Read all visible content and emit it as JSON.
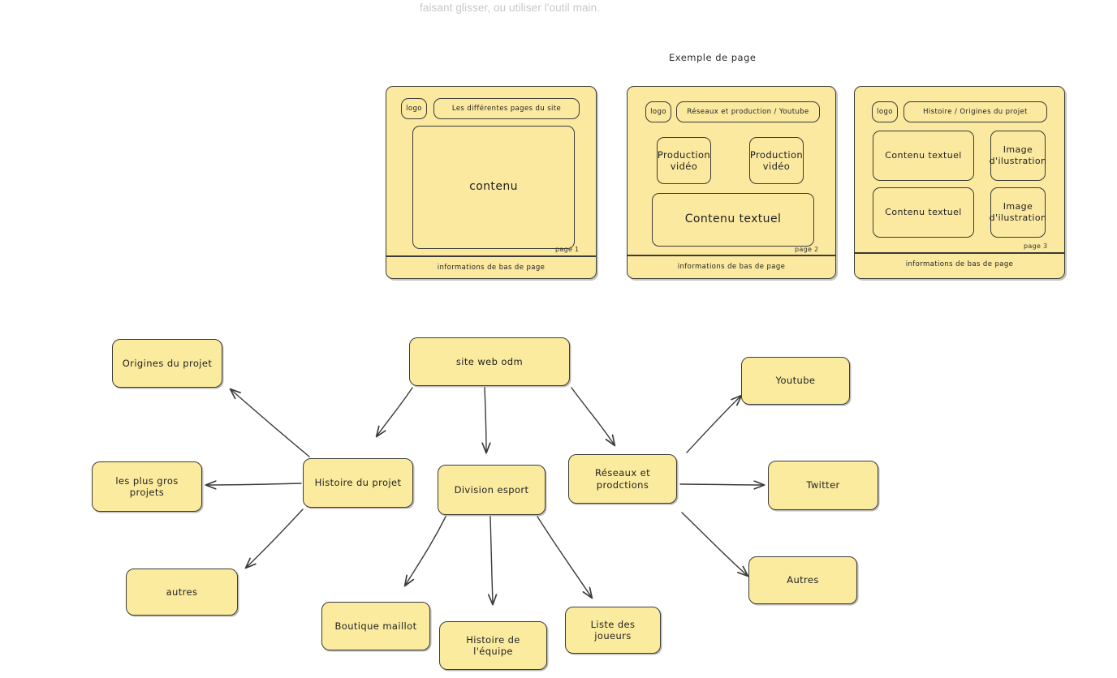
{
  "hint_text": "faisant glisser, ou utiliser l'outil main.",
  "section_caption": "Exemple de page",
  "palette": {
    "node_fill": "#fbeb9f",
    "stroke": "#3b3b38",
    "canvas": "#ffffff",
    "hint_gray": "#c8c8c8"
  },
  "page_mockups": [
    {
      "id": "page-1",
      "logo_label": "logo",
      "header_label": "Les différentes pages du site",
      "blocks": [
        {
          "label": "contenu"
        }
      ],
      "page_number_label": "page 1",
      "footer_label": "informations de bas de page"
    },
    {
      "id": "page-2",
      "logo_label": "logo",
      "header_label": "Réseaux et production / Youtube",
      "blocks": [
        {
          "label": "Production vidéo"
        },
        {
          "label": "Production vidéo"
        },
        {
          "label": "Contenu textuel"
        }
      ],
      "page_number_label": "page 2",
      "footer_label": "informations de bas de page"
    },
    {
      "id": "page-3",
      "logo_label": "logo",
      "header_label": "Histoire / Origines du projet",
      "blocks": [
        {
          "label": "Contenu textuel"
        },
        {
          "label": "Image d'ilustration"
        },
        {
          "label": "Contenu textuel"
        },
        {
          "label": "Image d'ilustration"
        }
      ],
      "page_number_label": "page 3",
      "footer_label": "informations de bas de page"
    }
  ],
  "mindmap": {
    "nodes": [
      {
        "id": "site-web-odm",
        "label": "site web odm"
      },
      {
        "id": "origines-du-projet",
        "label": "Origines du projet"
      },
      {
        "id": "les-plus-gros-projets",
        "label": "les plus gros projets"
      },
      {
        "id": "autres-gauche",
        "label": "autres"
      },
      {
        "id": "histoire-du-projet",
        "label": "Histoire du projet"
      },
      {
        "id": "division-esport",
        "label": "Division esport"
      },
      {
        "id": "reseaux-et-prodctions",
        "label": "Réseaux et prodctions"
      },
      {
        "id": "youtube",
        "label": "Youtube"
      },
      {
        "id": "twitter",
        "label": "Twitter"
      },
      {
        "id": "autres-droite",
        "label": "Autres"
      },
      {
        "id": "boutique-maillot",
        "label": "Boutique maillot"
      },
      {
        "id": "histoire-de-l-equipe",
        "label": "Histoire de l'équipe"
      },
      {
        "id": "liste-des-joueurs",
        "label": "Liste des joueurs"
      }
    ],
    "edges": [
      {
        "from": "site-web-odm",
        "to": "histoire-du-projet"
      },
      {
        "from": "site-web-odm",
        "to": "division-esport"
      },
      {
        "from": "site-web-odm",
        "to": "reseaux-et-prodctions"
      },
      {
        "from": "histoire-du-projet",
        "to": "origines-du-projet"
      },
      {
        "from": "histoire-du-projet",
        "to": "les-plus-gros-projets"
      },
      {
        "from": "histoire-du-projet",
        "to": "autres-gauche"
      },
      {
        "from": "division-esport",
        "to": "boutique-maillot"
      },
      {
        "from": "division-esport",
        "to": "histoire-de-l-equipe"
      },
      {
        "from": "division-esport",
        "to": "liste-des-joueurs"
      },
      {
        "from": "reseaux-et-prodctions",
        "to": "youtube"
      },
      {
        "from": "reseaux-et-prodctions",
        "to": "twitter"
      },
      {
        "from": "reseaux-et-prodctions",
        "to": "autres-droite"
      }
    ]
  }
}
